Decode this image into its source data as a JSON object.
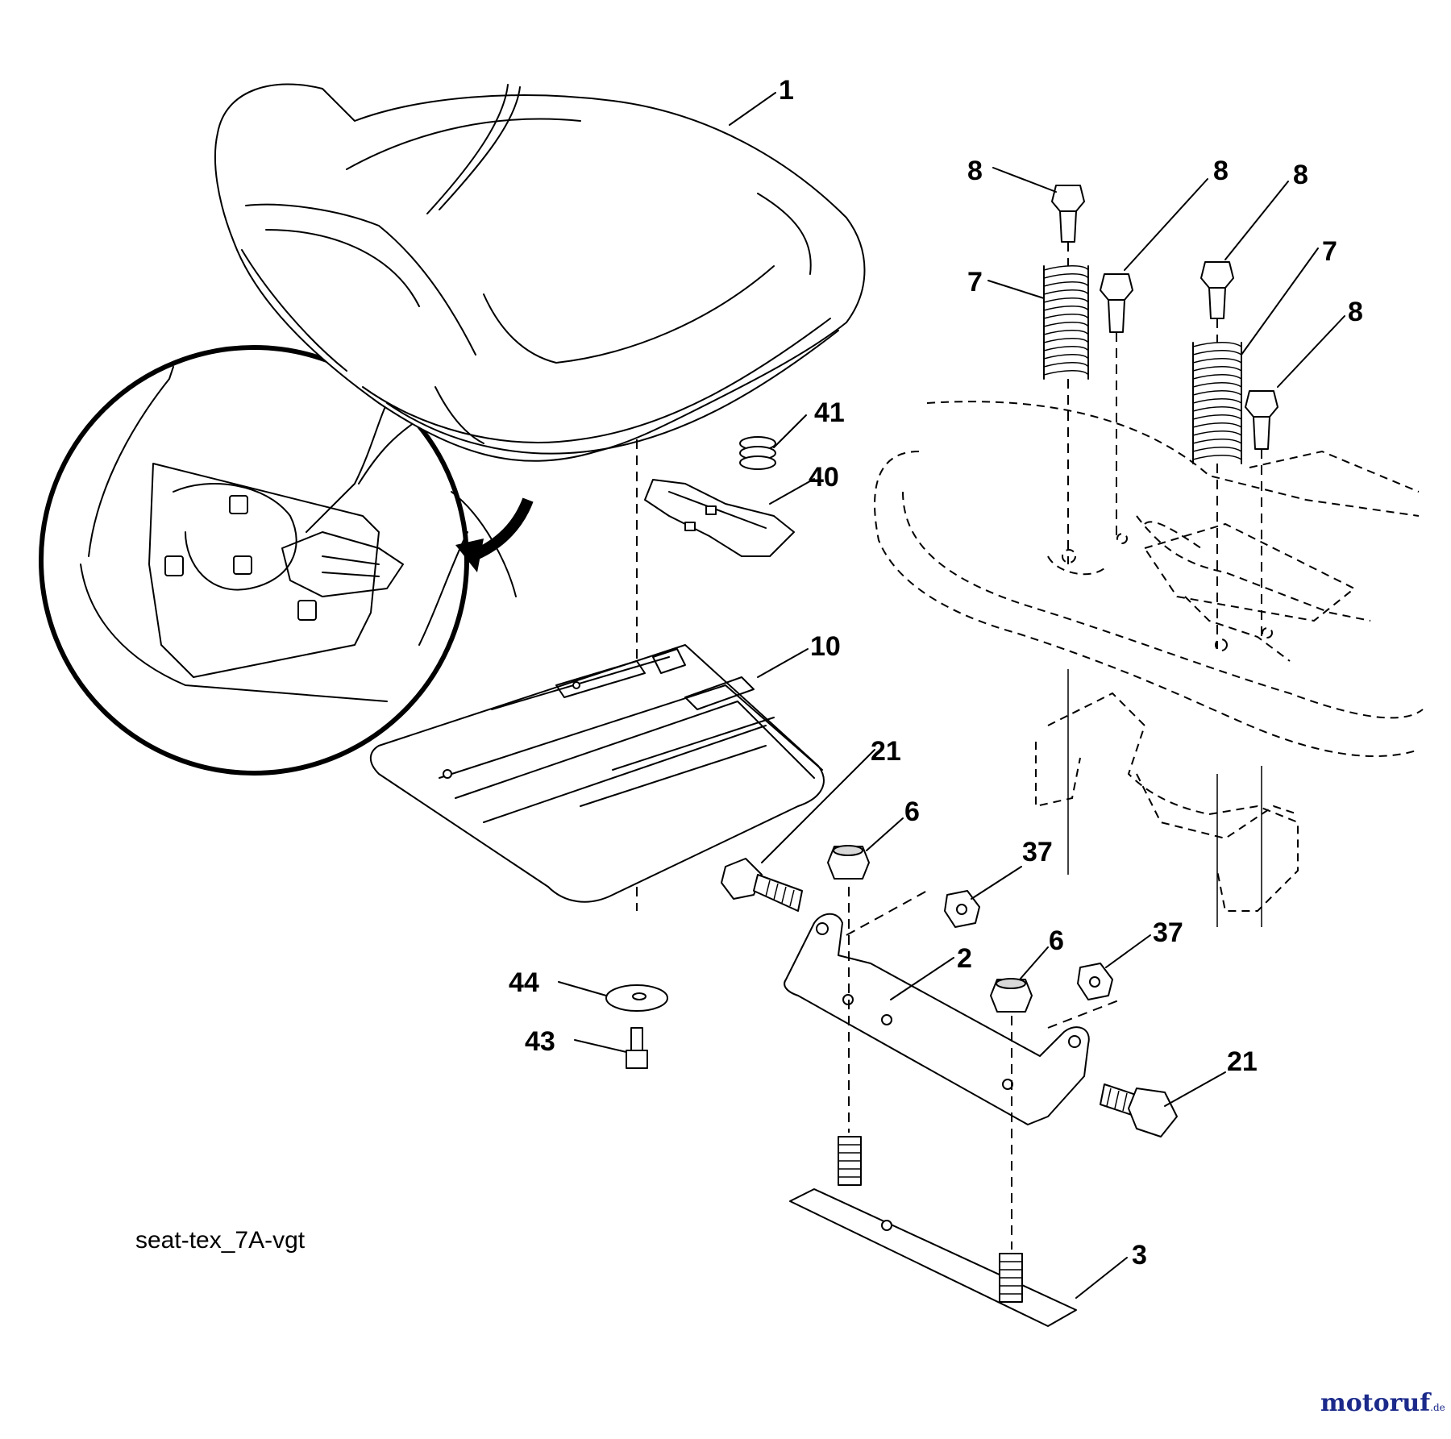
{
  "diagram_code": "seat-tex_7A-vgt",
  "watermark": {
    "text": "motoruf",
    "domain": ".de",
    "color": "#1b2a8a"
  },
  "callouts": {
    "seat": "1",
    "bracket": "2",
    "plate": "3",
    "nut_left": "6",
    "nut_right": "6",
    "spring_left": "7",
    "spring_right": "7",
    "bolt_a": "8",
    "bolt_b": "8",
    "bolt_c": "8",
    "bolt_d": "8",
    "seat_pan": "10",
    "bolt_left": "21",
    "bolt_right": "21",
    "washer_left": "37",
    "washer_right": "37",
    "clip": "40",
    "spring_small": "41",
    "screw": "43",
    "washer_large": "44"
  }
}
